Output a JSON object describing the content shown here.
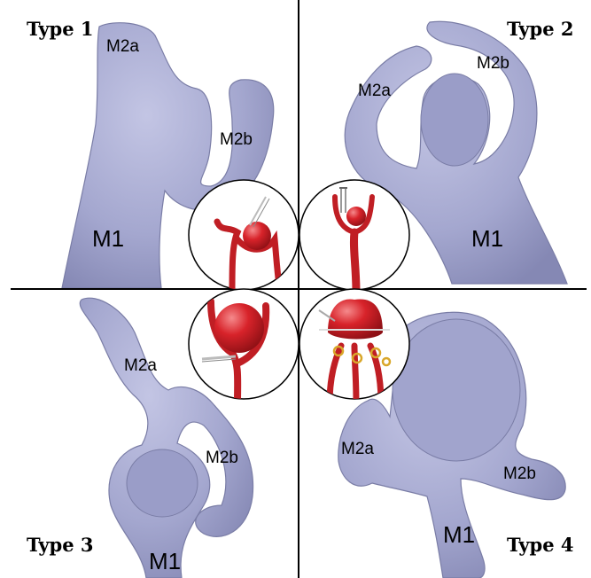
{
  "figure": {
    "quadrants": [
      {
        "type_label": "Type 1",
        "labels": {
          "branch_a": "M2a",
          "branch_b": "M2b",
          "trunk": "M1"
        }
      },
      {
        "type_label": "Type 2",
        "labels": {
          "branch_a": "M2a",
          "branch_b": "M2b",
          "trunk": "M1"
        }
      },
      {
        "type_label": "Type 3",
        "labels": {
          "branch_a": "M2a",
          "branch_b": "M2b",
          "trunk": "M1"
        }
      },
      {
        "type_label": "Type 4",
        "labels": {
          "branch_a": "M2a",
          "branch_b": "M2b",
          "trunk": "M1"
        }
      }
    ],
    "colors": {
      "vessel_fill": "#a4a7cf",
      "vessel_shade": "#8e91bd",
      "vessel_stroke": "#6f729b",
      "artery_red": "#d8232a",
      "artery_dark": "#9e1419",
      "clip_gold": "#d9a72a",
      "divider": "#000000"
    }
  }
}
